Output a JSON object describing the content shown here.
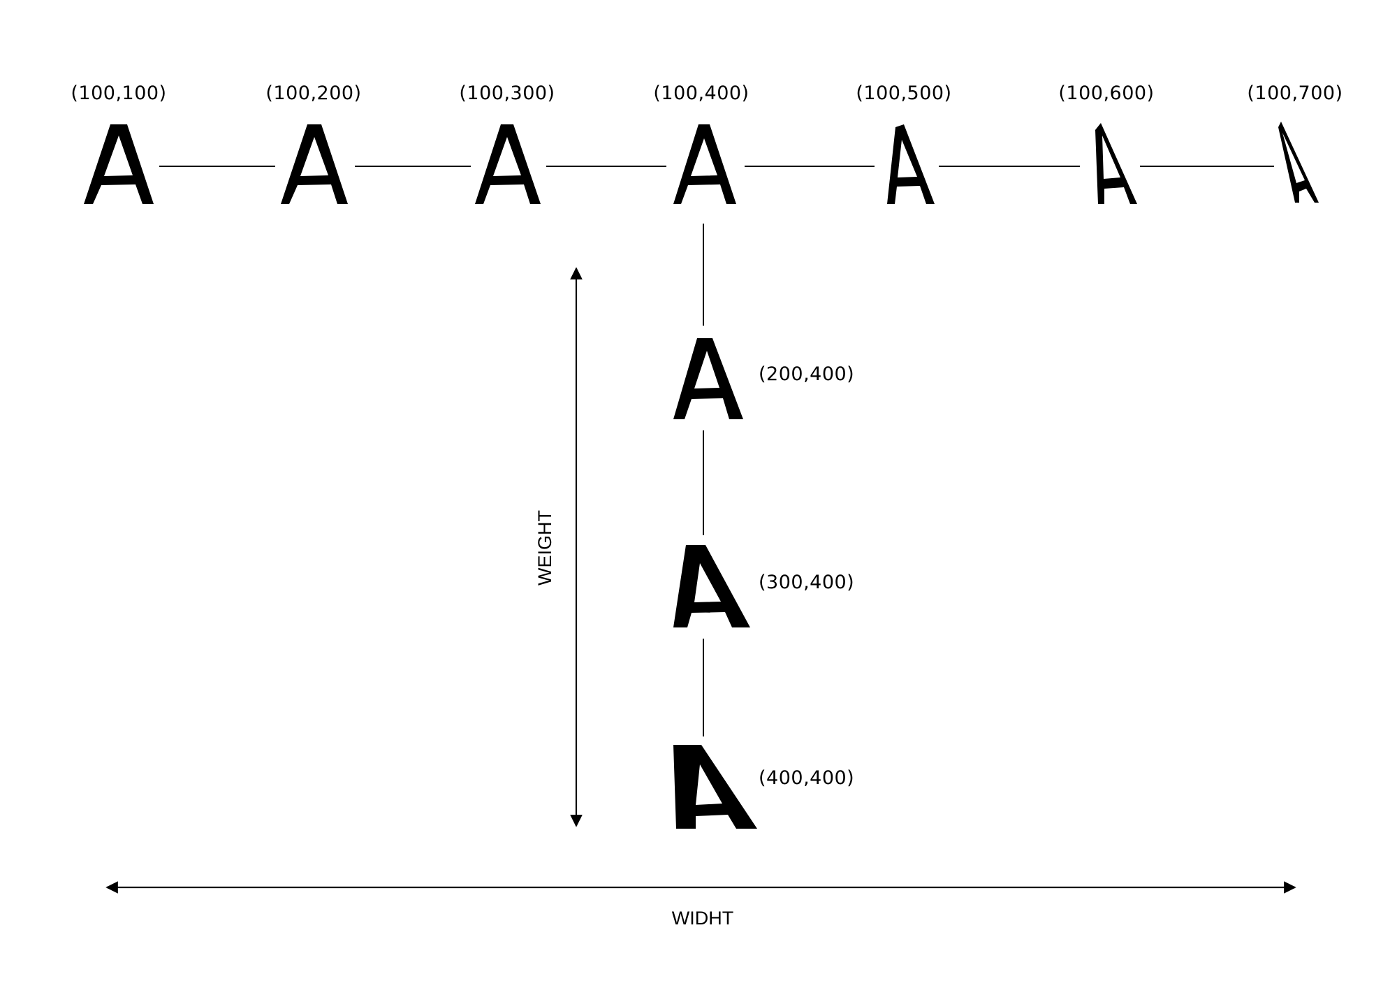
{
  "axes": {
    "width_label": "WIDHT",
    "weight_label": "WEIGHT"
  },
  "width_series": [
    {
      "label": "(100,100)",
      "weight": 100,
      "width": 100
    },
    {
      "label": "(100,200)",
      "weight": 100,
      "width": 200
    },
    {
      "label": "(100,300)",
      "weight": 100,
      "width": 300
    },
    {
      "label": "(100,400)",
      "weight": 100,
      "width": 400
    },
    {
      "label": "(100,500)",
      "weight": 100,
      "width": 500
    },
    {
      "label": "(100,600)",
      "weight": 100,
      "width": 600
    },
    {
      "label": "(100,700)",
      "weight": 100,
      "width": 700
    }
  ],
  "weight_series": [
    {
      "label": "(200,400)",
      "weight": 200,
      "width": 400
    },
    {
      "label": "(300,400)",
      "weight": 300,
      "width": 400
    },
    {
      "label": "(400,400)",
      "weight": 400,
      "width": 400
    }
  ],
  "glyph": "letter-a-glyph",
  "colors": {
    "ink": "#000000",
    "background": "#ffffff"
  }
}
